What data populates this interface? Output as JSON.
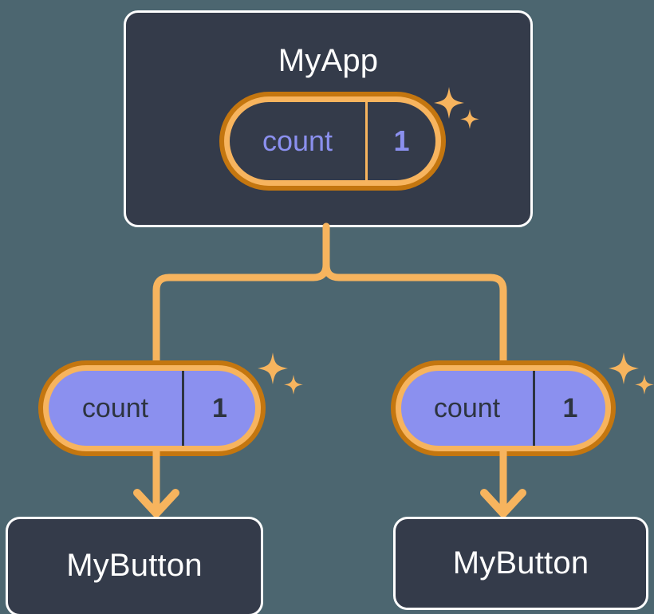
{
  "theme": {
    "background": "#4c6670",
    "card_fill": "#343b4a",
    "card_border": "#ffffff",
    "ring_outer": "#c4760f",
    "ring_inner": "#f7b45e",
    "accent_orange": "#f7b45e",
    "state_fill": "#8b90ef",
    "state_text_dark": "#2d3440",
    "state_text_light": "#8b90ef"
  },
  "diagram": {
    "type": "component-tree",
    "root": {
      "name": "myapp-card",
      "title": "MyApp",
      "state": {
        "key": "count",
        "value": "1",
        "style": "outline"
      }
    },
    "children": [
      {
        "name": "left-branch",
        "state": {
          "key": "count",
          "value": "1",
          "style": "filled"
        },
        "component": {
          "title": "MyButton"
        }
      },
      {
        "name": "right-branch",
        "state": {
          "key": "count",
          "value": "1",
          "style": "filled"
        },
        "component": {
          "title": "MyButton"
        }
      }
    ]
  },
  "icons": {
    "sparkle_large": "sparkle-icon",
    "sparkle_small": "sparkle-icon",
    "arrow": "arrow-down-icon"
  }
}
